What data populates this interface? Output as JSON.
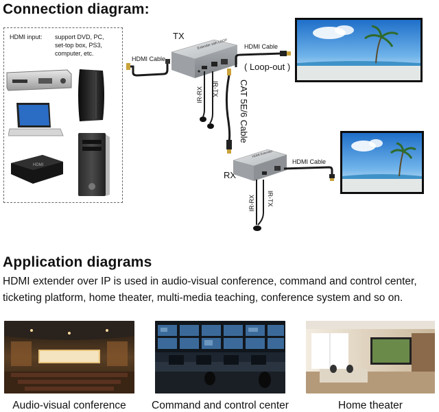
{
  "connection": {
    "title": "Connection diagram:",
    "hdmi_input_label": "HDMI input:",
    "hdmi_input_desc": [
      "support DVD, PC,",
      "set-top box, PS3,",
      "computer, etc."
    ],
    "tx_label": "TX",
    "rx_label": "RX",
    "hdmi_cable_left": "HDMI Cable",
    "hdmi_cable_top_right": "HDMI Cable",
    "hdmi_cable_rx_right": "HDMI Cable",
    "loop_out": "( Loop-out )",
    "cat_cable": "CAT 5E/6 Cable",
    "tx_ir_rx": "IR-RX",
    "tx_ir_tx": "IR-TX",
    "rx_ir_rx": "IR-RX",
    "rx_ir_tx": "IR-TX"
  },
  "application": {
    "title": "Application diagrams",
    "description_line1": "HDMI extender over IP is used in audio-visual conference, command and control center,",
    "description_line2": "ticketing platform, home theater, multi-media teaching, conference system and so on.",
    "captions": [
      "Audio-visual conference",
      "Command and control center",
      "Home theater"
    ]
  },
  "colors": {
    "sky": "#3f8fd8",
    "beach": "#d9e2e6",
    "device": "#c9cdd1",
    "cable": "#1a1a1a",
    "connector": "#c9a23a"
  }
}
